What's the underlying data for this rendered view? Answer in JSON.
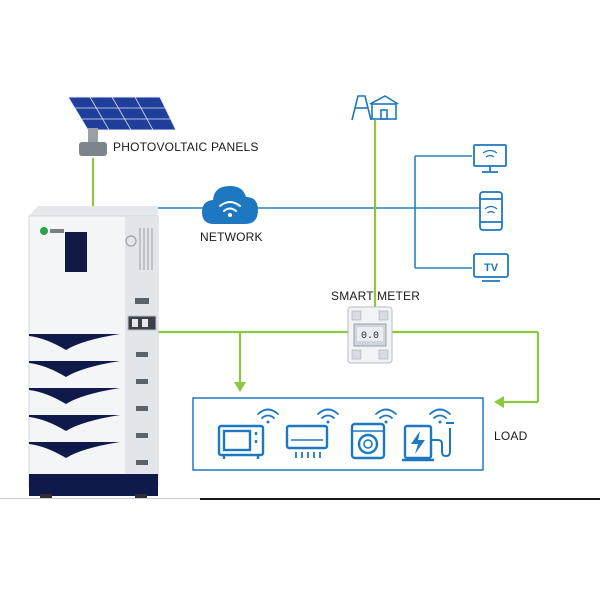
{
  "labels": {
    "pv": "PHOTOVOLTAIC PANELS",
    "network": "NETWORK",
    "smart_meter": "SMART METER",
    "load": "LOAD"
  },
  "meter_display": "0.0",
  "devices": {
    "monitor": "monitor-icon",
    "phone": "smartphone-icon",
    "tv": "TV"
  },
  "loads": [
    "microwave-icon",
    "air-conditioner-icon",
    "washing-machine-icon",
    "ev-charger-icon"
  ],
  "colors": {
    "power_line": "#8dc63f",
    "data_line": "#2d7fb8",
    "icon_blue": "#1d78c1",
    "battery_dark": "#0f1a4a"
  }
}
